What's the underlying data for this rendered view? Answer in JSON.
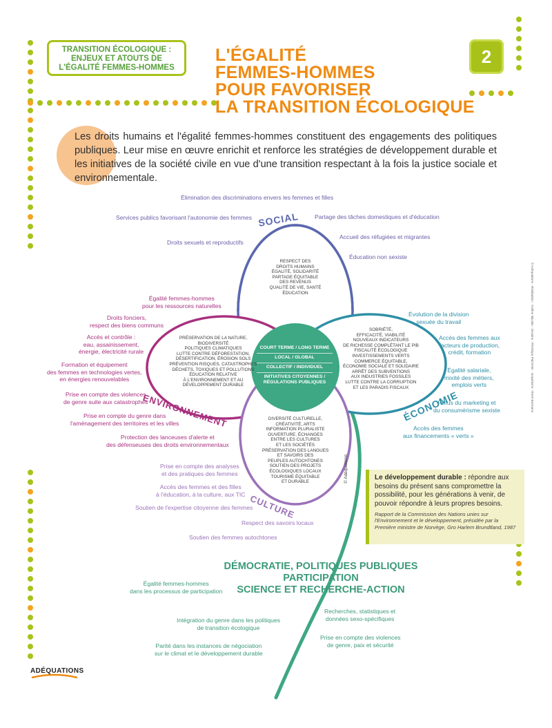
{
  "header": {
    "box_lines": [
      "TRANSITION ÉCOLOGIQUE :",
      "ENJEUX ET ATOUTS DE",
      "L'ÉGALITÉ FEMMES-HOMMES"
    ],
    "title_lines": [
      "L'ÉGALITÉ",
      "FEMMES-HOMMES",
      "POUR FAVORISER",
      "LA TRANSITION ÉCOLOGIQUE"
    ],
    "page_number": "2"
  },
  "intro": "Les droits humains et l'égalité femmes-hommes constituent des engagements des politiques publiques. Leur mise en œuvre enrichit et renforce les stratégies de développement durable et les initiatives de la société civile en vue d'une transition respectant à la fois la justice sociale et environnementale.",
  "petals": {
    "social": "SOCIAL",
    "economie": "ÉCONOMIE",
    "environnement": "ENVIRONNEMENT",
    "culture": "CULTURE"
  },
  "center": [
    "COURT TERME / LONG TERME",
    "LOCAL / GLOBAL",
    "COLLECTIF / INDIVIDUEL",
    "INITIATIVES CITOYENNES / RÉGULATIONS PUBLIQUES"
  ],
  "inner_social": [
    "RESPECT DES",
    "DROITS HUMAINS",
    "ÉGALITÉ, SOLIDARITÉ",
    "PARTAGE ÉQUITABLE",
    "DES REVENUS",
    "QUALITÉ DE VIE, SANTÉ",
    "ÉDUCATION"
  ],
  "inner_env": [
    "PRÉSERVATION DE LA NATURE,",
    "BIODIVERSITÉ",
    "POLITIQUES CLIMATIQUES",
    "LUTTE CONTRE DÉFORESTATION,",
    "DÉSERTIFICATION, ÉROSION SOLS",
    "PRÉVENTION RISQUES, CATASTROPHES",
    "DÉCHETS, TOXIQUES ET POLLUTIONS",
    "ÉDUCATION RELATIVE",
    "À L'ENVIRONNEMENT ET AU",
    "DÉVELOPPEMENT DURABLE"
  ],
  "inner_eco": [
    "SOBRIÉTÉ,",
    "EFFICACITÉ, VIABILITÉ",
    "NOUVEAUX INDICATEURS",
    "DE RICHESSE COMPLÉTANT LE PIB",
    "FISCALITÉ ÉCOLOGIQUE",
    "INVESTISSEMENTS VERTS",
    "COMMERCE ÉQUITABLE,",
    "ÉCONOMIE SOCIALE ET SOLIDAIRE",
    "ARRÊT DES SUBVENTIONS",
    "AUX INDUSTRIES FOSSILES",
    "LUTTE CONTRE LA CORRUPTION",
    "ET LES PARADIS FISCAUX"
  ],
  "inner_culture": [
    "DIVERSITÉ CULTURELLE,",
    "CRÉATIVITÉ, ARTS",
    "INFORMATION PLURALISTE",
    "OUVERTURE, ÉCHANGES",
    "ENTRE LES CULTURES",
    "ET LES SOCIÉTÉS",
    "PRÉSERVATION DES LANGUES",
    "ET SAVOIRS DES",
    "PEUPLES AUTOCHTONES",
    "SOUTIEN DES PROJETS",
    "ÉCOLOGIQUES LOCAUX",
    "TOURISME ÉQUITABLE",
    "ET DURABLE"
  ],
  "social_labels": [
    "Élimination des discriminations envers les femmes et filles",
    "Services publics favorisant l'autonomie des femmes",
    "Partage des tâches domestiques et d'éducation",
    "Droits sexuels et reproductifs",
    "Accueil des réfugiées et migrantes",
    "Éducation non sexiste"
  ],
  "env_labels": [
    "Égalité femmes-hommes\npour les ressources naturelles",
    "Droits fonciers,\nrespect des biens communs",
    "Accès et contrôle :\neau, assainissement,\nénergie, électricité rurale",
    "Formation et équipement\ndes femmes en technologies vertes,\nen énergies renouvelables",
    "Prise en compte des violences\nde genre suite aux catastrophes",
    "Prise en compte du genre dans\nl'aménagement des territoires et les villes",
    "Protection des lanceuses d'alerte et\ndes défenseuses des droits environnementaux"
  ],
  "eco_labels": [
    "Évolution de la division\nsexuée du travail",
    "Accès des femmes aux\nfacteurs de production,\ncrédit, formation",
    "Égalité salariale,\nmixité des métiers,\nemplois verts",
    "Refus du marketing et\ndu consumérisme sexiste",
    "Accès des femmes\naux financements « verts »"
  ],
  "culture_labels": [
    "Prise en compte des analyses\net des pratiques des femmes",
    "Accès des femmes et des filles\nà l'éducation, à la culture, aux TIC",
    "Soutien de l'expertise citoyenne des femmes",
    "Respect des savoirs locaux",
    "Soutien des femmes autochtones"
  ],
  "definition": {
    "term": "Le développement durable :",
    "text": "répondre aux besoins du présent sans compromettre la possibilité, pour les générations à venir, de pouvoir répondre à leurs propres besoins.",
    "source": "Rapport de la Commission des Nations unies sur l'Environnement et le développement, présidée par la Première ministre de Norvège, Gro Harlem Brundtland, 1987"
  },
  "democracy_title": [
    "DÉMOCRATIE, POLITIQUES PUBLIQUES",
    "PARTICIPATION",
    "SCIENCE ET RECHERCHE-ACTION"
  ],
  "democracy_labels": [
    "Égalité femmes-hommes\ndans les processus de participation",
    "Intégration du genre dans les politiques\nde transition écologique",
    "Parité dans les instances de négociation\nsur le climat et le développement durable",
    "Recherches, statistiques et\ndonnées sexo-spécifiques",
    "Prise en compte des violences\nde genre, paix et sécurité"
  ],
  "stem_mark": "© Adéquations",
  "logo": "ADÉQUATIONS",
  "credit": "© Adéquations - Réalisation : Yveline Nicolas - Dessins : Pénélope Paicheler - Graphisme : René Bertrams",
  "colors": {
    "social": "#5b68ae",
    "economie": "#2e8fa6",
    "environnement": "#a8307e",
    "culture": "#9b72b8",
    "center": "#3ea783",
    "title": "#ef8a11",
    "dots_green": "#a9c21a",
    "dots_orange": "#f3a421"
  }
}
